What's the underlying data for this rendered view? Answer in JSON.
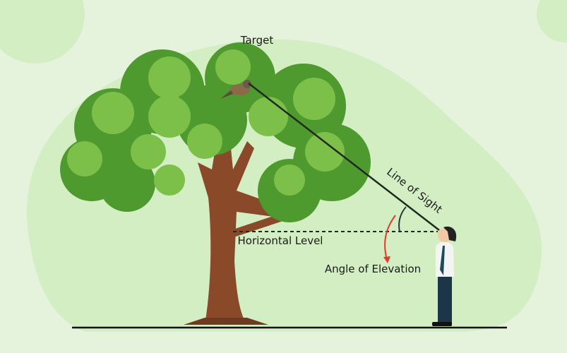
{
  "labels": {
    "target": "Target",
    "line_of_sight": "Line of Sight",
    "horizontal_level": "Horizontal Level",
    "angle_of_elevation": "Angle of Elevation"
  },
  "colors": {
    "background": "#e6f3dc",
    "blob": "#d3eec3",
    "arrow": "#e23a2e",
    "trunk": "#8a4a2a",
    "leaf_dark": "#4f9a2e",
    "leaf_light": "#7cc04a"
  }
}
